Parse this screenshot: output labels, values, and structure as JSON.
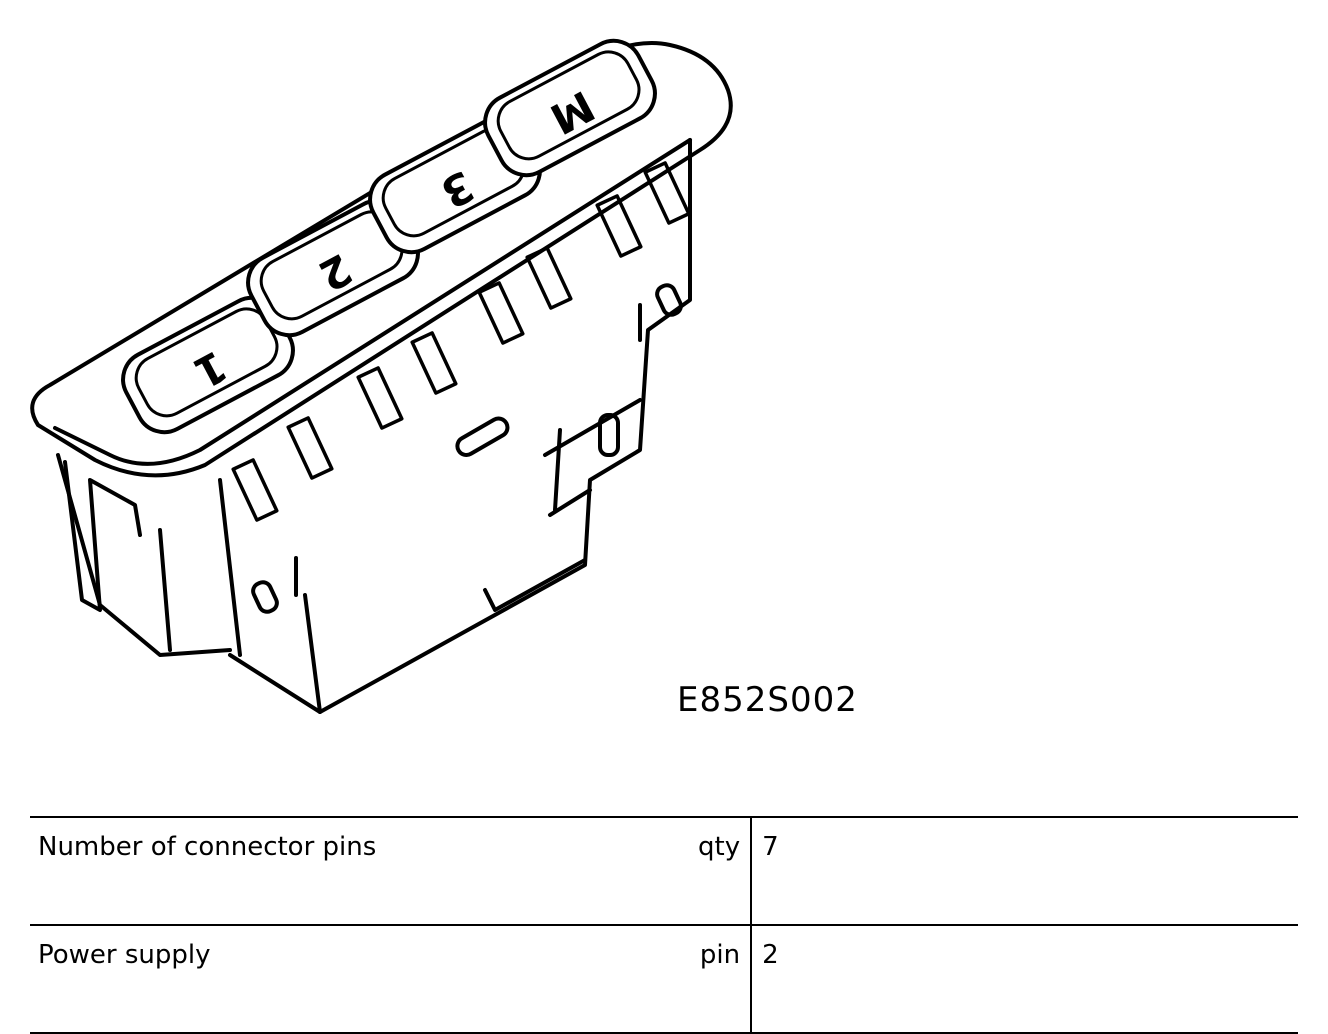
{
  "drawing": {
    "buttons": [
      "1",
      "2",
      "3",
      "M"
    ],
    "reference_code": "E852S002"
  },
  "specs": [
    {
      "label": "Number of connector pins",
      "unit": "qty",
      "value": "7"
    },
    {
      "label": "Power supply",
      "unit": "pin",
      "value": "2"
    }
  ]
}
